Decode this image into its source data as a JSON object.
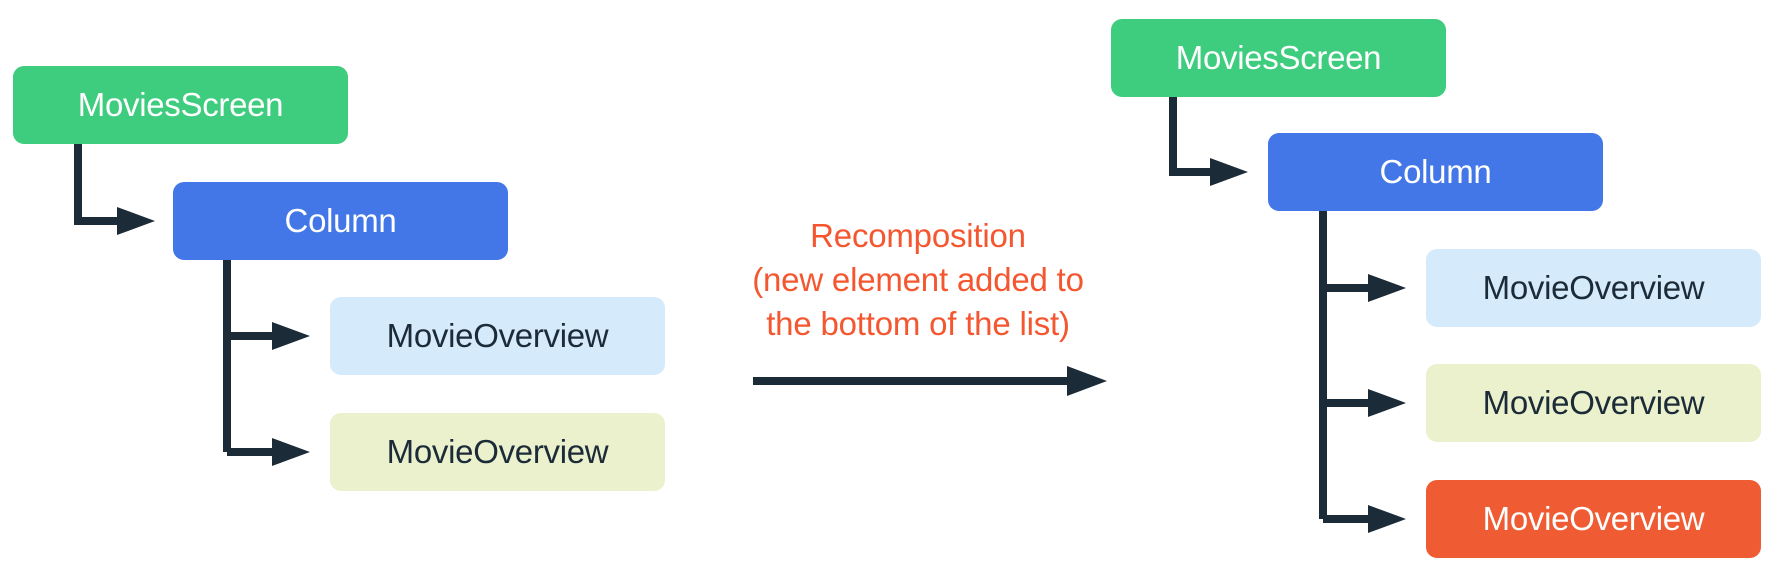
{
  "annotation": {
    "lines": [
      "Recomposition",
      "(new element added to",
      "the bottom of the list)"
    ],
    "color": "#F4572F"
  },
  "connector_color": "#1C2B38",
  "left_tree": {
    "nodes": [
      {
        "label": "MoviesScreen",
        "bg": "#3ECC7E",
        "fg": "#FFFFFF"
      },
      {
        "label": "Column",
        "bg": "#4377E8",
        "fg": "#FFFFFF"
      },
      {
        "label": "MovieOverview",
        "bg": "#D5EAFA",
        "fg": "#1C2B38"
      },
      {
        "label": "MovieOverview",
        "bg": "#EBF1CD",
        "fg": "#1C2B38"
      }
    ]
  },
  "right_tree": {
    "nodes": [
      {
        "label": "MoviesScreen",
        "bg": "#3ECC7E",
        "fg": "#FFFFFF"
      },
      {
        "label": "Column",
        "bg": "#4377E8",
        "fg": "#FFFFFF"
      },
      {
        "label": "MovieOverview",
        "bg": "#D5EAFA",
        "fg": "#1C2B38"
      },
      {
        "label": "MovieOverview",
        "bg": "#EBF1CD",
        "fg": "#1C2B38"
      },
      {
        "label": "MovieOverview",
        "bg": "#EF5B32",
        "fg": "#FFFFFF"
      }
    ]
  }
}
